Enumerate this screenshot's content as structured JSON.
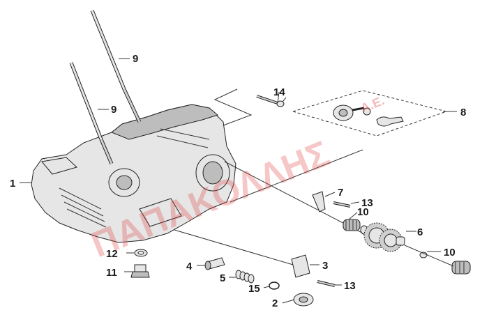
{
  "callouts": [
    {
      "id": "1",
      "text": "1"
    },
    {
      "id": "2",
      "text": "2"
    },
    {
      "id": "3",
      "text": "3"
    },
    {
      "id": "4",
      "text": "4"
    },
    {
      "id": "5",
      "text": "5"
    },
    {
      "id": "6",
      "text": "6"
    },
    {
      "id": "7",
      "text": "7"
    },
    {
      "id": "8",
      "text": "8"
    },
    {
      "id": "9a",
      "text": "9"
    },
    {
      "id": "9b",
      "text": "9"
    },
    {
      "id": "10a",
      "text": "10"
    },
    {
      "id": "10b",
      "text": "10"
    },
    {
      "id": "11",
      "text": "11"
    },
    {
      "id": "12",
      "text": "12"
    },
    {
      "id": "13a",
      "text": "13"
    },
    {
      "id": "13b",
      "text": "13"
    },
    {
      "id": "14",
      "text": "14"
    },
    {
      "id": "15",
      "text": "15"
    }
  ],
  "watermark": {
    "main": "ΠΑΠΑΚΟΛΛΗΣ",
    "suffix": "Α.Ε."
  },
  "colors": {
    "watermark": "#e23a3a",
    "line": "#222222"
  }
}
